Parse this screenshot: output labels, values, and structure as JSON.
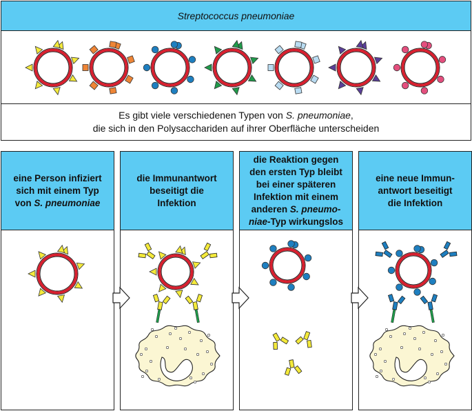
{
  "title": "Streptococcus pneumoniae",
  "description": {
    "line1_before": "Es gibt viele verschiedenen Typen von ",
    "line1_italic": "S. pneumoniae",
    "line1_after": ",",
    "line2": "die sich in den Polysacchariden auf ihrer Oberfläche unterscheiden"
  },
  "colors": {
    "header_blue": "#5ccbf3",
    "cell_wall_red": "#d8202f",
    "antibody_yellow": "#f4ea3b",
    "antibody_blue": "#1e7fc0",
    "receptor_green": "#1f9a4a",
    "macrophage": "#fbf6d3"
  },
  "serotypes": [
    {
      "shape": "triangle",
      "color": "#f4ea3b"
    },
    {
      "shape": "rectangle",
      "color": "#ee8536"
    },
    {
      "shape": "circle",
      "color": "#1e7fc0"
    },
    {
      "shape": "triangle",
      "color": "#1f9a4a"
    },
    {
      "shape": "rectangle",
      "color": "#b9dcf2"
    },
    {
      "shape": "triangle",
      "color": "#5a3f98"
    },
    {
      "shape": "circle",
      "color": "#e44f7e"
    }
  ],
  "panels": [
    {
      "lines": [
        {
          "text": "eine Person infiziert"
        },
        {
          "text": "sich mit einem Typ"
        },
        {
          "text": "von ",
          "italic": "S. pneumoniae"
        }
      ]
    },
    {
      "lines": [
        {
          "text": "die Immunantwort"
        },
        {
          "text": "beseitigt die"
        },
        {
          "text": "Infektion"
        }
      ]
    },
    {
      "lines": [
        {
          "text": "die Reaktion gegen"
        },
        {
          "text": "den ersten Typ bleibt"
        },
        {
          "text": "bei einer späteren"
        },
        {
          "text": "Infektion mit einem"
        },
        {
          "text": "anderen ",
          "italic": "S. pneumo-"
        },
        {
          "italic": "niae",
          "after": "-Typ wirkungslos"
        }
      ]
    },
    {
      "lines": [
        {
          "text": "eine neue Immun-"
        },
        {
          "text": "antwort beseitigt"
        },
        {
          "text": "die Infektion"
        }
      ]
    }
  ]
}
